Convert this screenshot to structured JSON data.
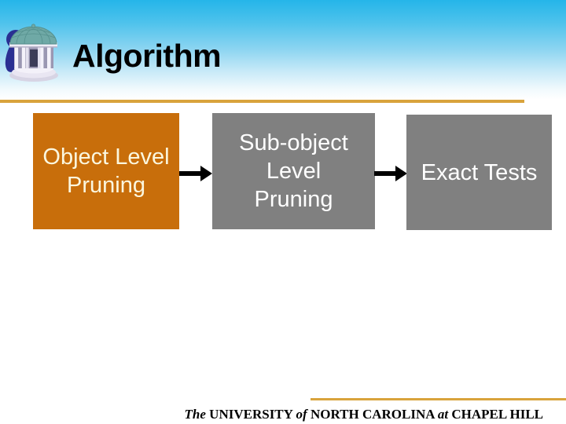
{
  "slide": {
    "title": "Algorithm"
  },
  "icons": {
    "logo": "unc-old-well-logo"
  },
  "diagram": {
    "type": "flowchart",
    "boxes": [
      {
        "id": "object-level-pruning",
        "lines": [
          "Object Level",
          "Pruning"
        ],
        "fill": "#c86e0b",
        "text_color": "#fbf7df"
      },
      {
        "id": "sub-object-level-pruning",
        "lines": [
          "Sub-object",
          "Level",
          "Pruning"
        ],
        "fill": "#808080",
        "text_color": "#ffffff"
      },
      {
        "id": "exact-tests",
        "lines": [
          "Exact Tests"
        ],
        "fill": "#808080",
        "text_color": "#ffffff"
      }
    ],
    "arrows": [
      {
        "from": "object-level-pruning",
        "to": "sub-object-level-pruning",
        "color": "#000000"
      },
      {
        "from": "sub-object-level-pruning",
        "to": "exact-tests",
        "color": "#000000"
      }
    ]
  },
  "footer": {
    "rule_color": "#d9a33c",
    "segments": [
      {
        "text": "The",
        "italic": true
      },
      {
        "text": "UNIVERSITY",
        "italic": false
      },
      {
        "text": "of",
        "italic": true
      },
      {
        "text": "NORTH CAROLINA",
        "italic": false
      },
      {
        "text": "at",
        "italic": true
      },
      {
        "text": "CHAPEL HILL",
        "italic": false
      }
    ]
  },
  "colors": {
    "header_gradient_top": "#25b5e9",
    "header_rule": "#d9a33c",
    "box_orange": "#c86e0b",
    "box_gray": "#808080",
    "arrow": "#000000",
    "title_text": "#000000"
  }
}
